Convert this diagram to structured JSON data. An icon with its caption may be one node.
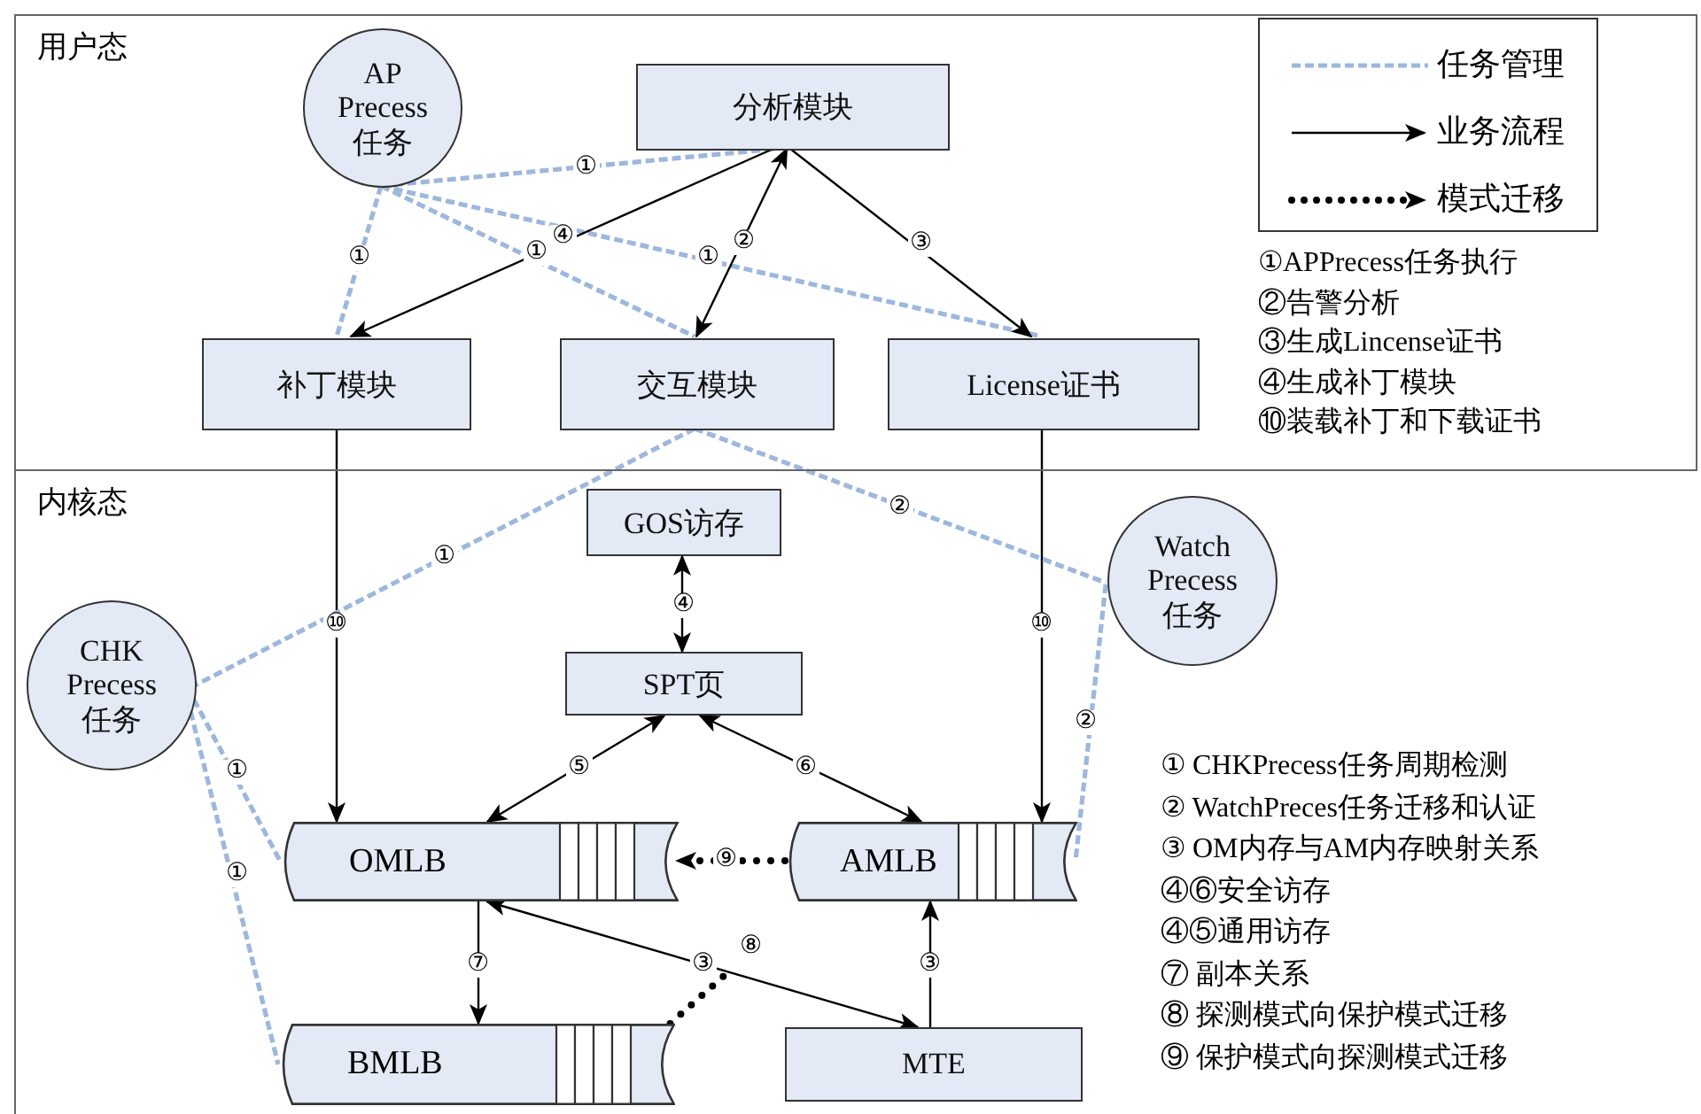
{
  "diagram": {
    "nodes": [
      {
        "text": [
          "用户态"
        ]
      },
      {
        "text": [
          "AP Precess 任务"
        ],
        "in": 0
      },
      {
        "text": [
          "分析模块"
        ],
        "in": 0
      },
      {
        "text": [
          "补丁模块"
        ],
        "in": 0
      },
      {
        "text": [
          "交互模块"
        ],
        "in": 0
      },
      {
        "text": [
          "License证书"
        ],
        "in": 0
      },
      {
        "text": [
          "内核态"
        ]
      },
      {
        "text": [
          "CHK Precess 任务"
        ],
        "in": 6
      },
      {
        "text": [
          "GOS访存"
        ],
        "in": 6
      },
      {
        "text": [
          "SPT页"
        ],
        "in": 6
      },
      {
        "text": [
          "Watch Precess 任务"
        ],
        "in": 6
      },
      {
        "text": [
          "OMLB"
        ],
        "in": 6
      },
      {
        "text": [
          "AMLB"
        ],
        "in": 6
      },
      {
        "text": [
          "BMLB"
        ],
        "in": 6
      },
      {
        "text": [
          "MTE"
        ],
        "in": 6
      }
    ],
    "edges": [
      {
        "from": 1,
        "to": 2,
        "arrow": "none",
        "label": "①",
        "style": "dashed",
        "color": "#9db7dd"
      },
      {
        "from": 1,
        "to": 3,
        "arrow": "none",
        "label": "①",
        "style": "dashed",
        "color": "#9db7dd"
      },
      {
        "from": 1,
        "to": 4,
        "arrow": "none",
        "label": "①",
        "style": "dashed",
        "color": "#9db7dd"
      },
      {
        "from": 1,
        "to": 5,
        "arrow": "none",
        "label": "①",
        "style": "dashed",
        "color": "#9db7dd"
      },
      {
        "from": 2,
        "to": 3,
        "arrow": "to",
        "label": "④"
      },
      {
        "from": 2,
        "to": 4,
        "arrow": "both",
        "label": "②"
      },
      {
        "from": 2,
        "to": 5,
        "arrow": "to",
        "label": "③"
      },
      {
        "from": 3,
        "to": 11,
        "arrow": "to",
        "label": "⑩"
      },
      {
        "from": 5,
        "to": 12,
        "arrow": "to",
        "label": "⑩"
      },
      {
        "from": 4,
        "to": 7,
        "arrow": "none",
        "label": "①",
        "style": "dashed",
        "color": "#9db7dd"
      },
      {
        "from": 4,
        "to": 10,
        "arrow": "none",
        "label": "②",
        "style": "dashed",
        "color": "#9db7dd"
      },
      {
        "from": 8,
        "to": 9,
        "arrow": "both",
        "label": "④"
      },
      {
        "from": 9,
        "to": 11,
        "arrow": "both",
        "label": "⑤"
      },
      {
        "from": 9,
        "to": 12,
        "arrow": "both",
        "label": "⑥"
      },
      {
        "from": 12,
        "to": 11,
        "arrow": "to",
        "label": "⑨",
        "style": "dashed"
      },
      {
        "from": 11,
        "to": 13,
        "arrow": "to",
        "label": "⑦"
      },
      {
        "from": 14,
        "to": 11,
        "arrow": "both",
        "label": "③"
      },
      {
        "from": 14,
        "to": 12,
        "arrow": "to",
        "label": "③"
      },
      {
        "from": 13,
        "to": null,
        "arrow": "none",
        "label": "⑧",
        "style": "dashed"
      },
      {
        "from": 7,
        "to": 11,
        "arrow": "none",
        "label": "①",
        "style": "dashed",
        "color": "#9db7dd"
      },
      {
        "from": 7,
        "to": 13,
        "arrow": "none",
        "label": "①",
        "style": "dashed",
        "color": "#9db7dd"
      },
      {
        "from": 10,
        "to": 12,
        "arrow": "none",
        "label": "②",
        "style": "dashed",
        "color": "#9db7dd"
      }
    ],
    "labels": [
      "①APPrecess任务执行",
      "②告警分析",
      "③生成Lincense证书",
      "④生成补丁模块",
      "⑩装载补丁和下载证书",
      "① CHKPrecess任务周期检测",
      "② WatchPreces任务迁移和认证",
      "③ OM内存与AM内存映射关系",
      "④⑥安全访存",
      "④⑤通用访存",
      "⑦ 副本关系",
      "⑧ 探测模式向保护模式迁移",
      "⑨ 保护模式向探测模式迁移"
    ],
    "legend": [
      {
        "text": "任务管理"
      },
      {
        "text": "业务流程"
      },
      {
        "text": "模式迁移"
      }
    ]
  }
}
